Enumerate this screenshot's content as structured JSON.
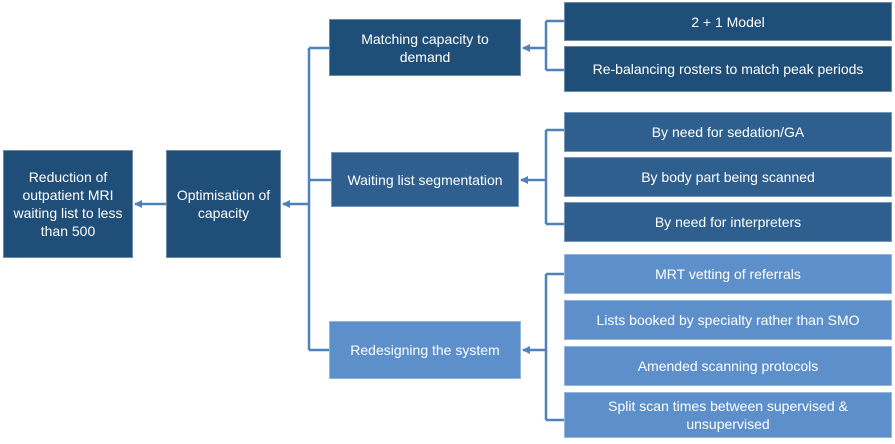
{
  "root": "Reduction of outpatient MRI waiting list  to less than 500",
  "primary": "Optimisation of capacity",
  "branches": [
    {
      "label": "Matching capacity to demand",
      "items": [
        "2 + 1 Model",
        "Re-balancing rosters to match peak periods"
      ]
    },
    {
      "label": "Waiting list segmentation",
      "items": [
        "By need for sedation/GA",
        "By body part being scanned",
        "By need for interpreters"
      ]
    },
    {
      "label": "Redesigning the system",
      "items": [
        "MRT vetting of referrals",
        "Lists booked by specialty rather than SMO",
        "Amended scanning protocols",
        "Split scan times between supervised & unsupervised"
      ]
    }
  ],
  "colors": {
    "root": "#1f4e79",
    "primary": "#1f4e79",
    "branch": [
      "#1f4e79",
      "#2e5f8e",
      "#5d8fcb"
    ],
    "items": [
      "#1f4e79",
      "#2e5f8e",
      "#5d8fcb"
    ],
    "connector": "#4f81bd"
  }
}
